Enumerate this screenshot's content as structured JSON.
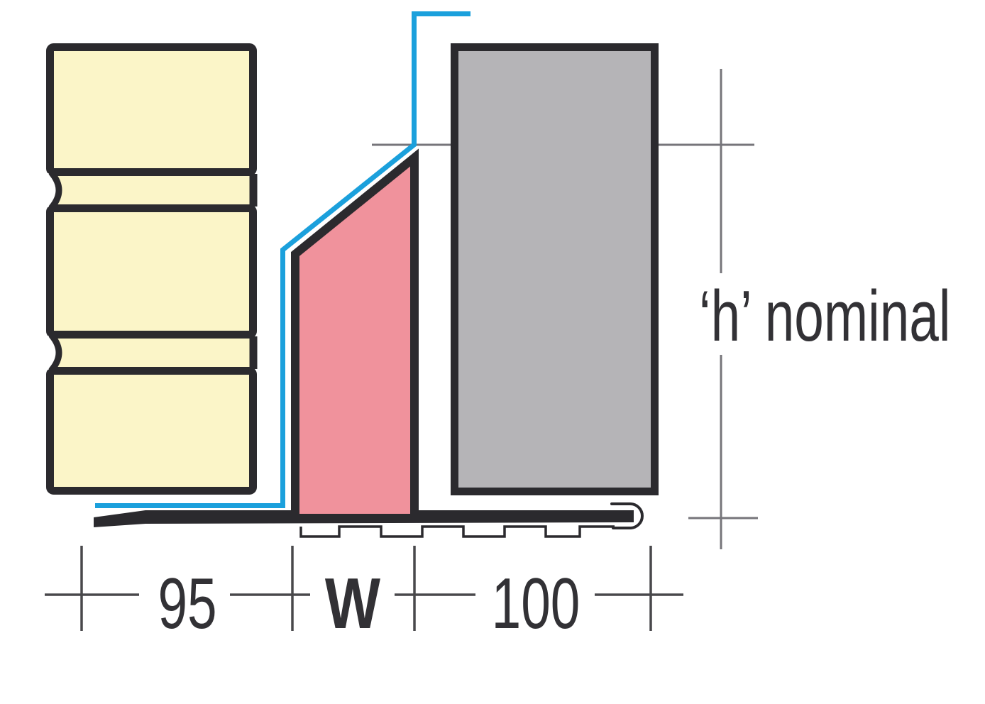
{
  "diagram": {
    "labels": {
      "dim_left": "95",
      "dim_width": "W",
      "dim_right": "100",
      "dim_height": "‘h’ nominal"
    },
    "colors": {
      "brick": "#FBF5C8",
      "closer": "#F0929C",
      "block": "#B5B4B7",
      "outline": "#2B2A2E",
      "dpc": "#1BA0DC",
      "dimension": "#49484B",
      "level": "#76757A",
      "text": "#323135",
      "background": "#FFFFFF"
    }
  }
}
